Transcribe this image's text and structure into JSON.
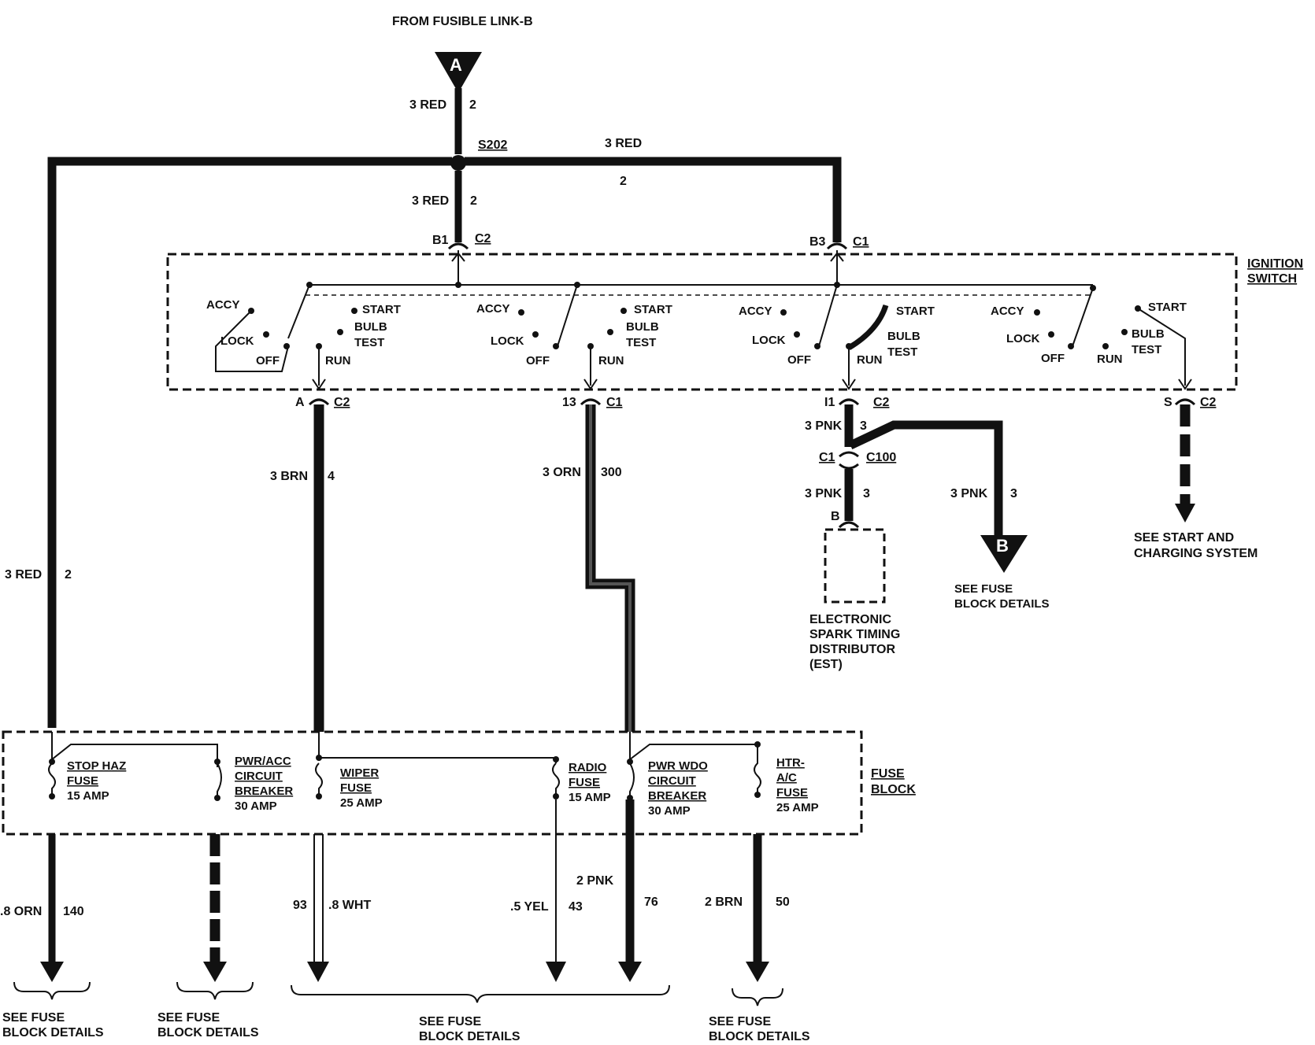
{
  "header": {
    "source": "FROM FUSIBLE LINK-B"
  },
  "terminals": {
    "top": "A",
    "b": "B"
  },
  "splice": "S202",
  "ignition_switch": {
    "title_line1": "IGNITION",
    "title_line2": "SWITCH",
    "switches": [
      {
        "accy": "ACCY",
        "lock": "LOCK",
        "off": "OFF",
        "start": "START",
        "bulb": "BULB",
        "test": "TEST",
        "run": "RUN"
      },
      {
        "accy": "ACCY",
        "lock": "LOCK",
        "off": "OFF",
        "start": "START",
        "bulb": "BULB",
        "test": "TEST",
        "run": "RUN"
      },
      {
        "accy": "ACCY",
        "lock": "LOCK",
        "off": "OFF",
        "start": "START",
        "bulb": "BULB",
        "test": "TEST",
        "run": "RUN"
      },
      {
        "accy": "ACCY",
        "lock": "LOCK",
        "off": "OFF",
        "start": "START",
        "bulb": "BULB",
        "test": "TEST",
        "run": "RUN"
      }
    ]
  },
  "connectors": {
    "b1": "B1",
    "b1_conn": "C2",
    "b3": "B3",
    "b3_conn": "C1",
    "a": "A",
    "a_conn": "C2",
    "p13": "13",
    "p13_conn": "C1",
    "i1": "I1",
    "i1_conn": "C2",
    "s": "S",
    "s_conn": "C2",
    "c100_left": "C1",
    "c100": "C100",
    "est_pin": "B"
  },
  "wires": {
    "top_in": {
      "gauge": "3 RED",
      "circuit": "2"
    },
    "splice_right": {
      "gauge": "3 RED",
      "circuit": "2"
    },
    "splice_down": {
      "gauge": "3 RED",
      "circuit": "2"
    },
    "left_long": {
      "gauge": "3 RED",
      "circuit": "2"
    },
    "brn": {
      "gauge": "3 BRN",
      "circuit": "4"
    },
    "orn": {
      "gauge": "3 ORN",
      "circuit": "300"
    },
    "pnk_top": {
      "gauge": "3 PNK",
      "circuit": "3"
    },
    "pnk_est": {
      "gauge": "3 PNK",
      "circuit": "3"
    },
    "pnk_b": {
      "gauge": "3 PNK",
      "circuit": "3"
    },
    "orn140": {
      "gauge": ".8 ORN",
      "circuit": "140"
    },
    "wht": {
      "circuit": "93",
      "gauge": ".8 WHT"
    },
    "yel": {
      "gauge": ".5 YEL",
      "circuit": "43"
    },
    "pnk76": {
      "gauge": "2 PNK",
      "circuit": "76"
    },
    "brn50": {
      "gauge": "2 BRN",
      "circuit": "50"
    }
  },
  "est": {
    "line1": "ELECTRONIC",
    "line2": "SPARK TIMING",
    "line3": "DISTRIBUTOR",
    "line4": "(EST)"
  },
  "start_charging": {
    "line1": "SEE START AND",
    "line2": "CHARGING SYSTEM"
  },
  "see_fuse_b": {
    "line1": "SEE FUSE",
    "line2": "BLOCK DETAILS"
  },
  "fuse_block": {
    "title_line1": "FUSE",
    "title_line2": "BLOCK",
    "stop_haz": {
      "l1": "STOP HAZ",
      "l2": "FUSE",
      "l3": "15 AMP"
    },
    "pwr_acc": {
      "l1": "PWR/ACC",
      "l2": "CIRCUIT",
      "l3": "BREAKER",
      "l4": "30 AMP"
    },
    "wiper": {
      "l1": "WIPER",
      "l2": "FUSE",
      "l3": "25 AMP"
    },
    "radio": {
      "l1": "RADIO",
      "l2": "FUSE",
      "l3": "15 AMP"
    },
    "pwr_wdo": {
      "l1": "PWR WDO",
      "l2": "CIRCUIT",
      "l3": "BREAKER",
      "l4": "30 AMP"
    },
    "htr_ac": {
      "l1": "HTR-",
      "l2": "A/C",
      "l3": "FUSE",
      "l4": "25 AMP"
    }
  },
  "footer_refs": [
    {
      "line1": "SEE FUSE",
      "line2": "BLOCK DETAILS"
    },
    {
      "line1": "SEE FUSE",
      "line2": "BLOCK DETAILS"
    },
    {
      "line1": "SEE FUSE",
      "line2": "BLOCK DETAILS"
    },
    {
      "line1": "SEE FUSE",
      "line2": "BLOCK DETAILS"
    }
  ]
}
